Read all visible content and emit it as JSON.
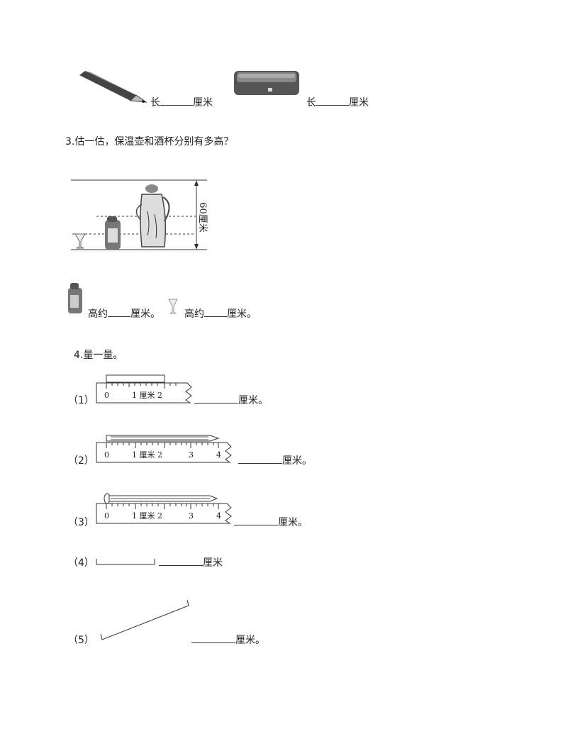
{
  "row1": {
    "pencil_label_prefix": "长",
    "pencil_label_suffix": "厘米",
    "case_label_prefix": "长",
    "case_label_suffix": "厘米"
  },
  "q3": {
    "title": "3.估一估，保温壶和酒杯分别有多高？",
    "height_label": "60厘米",
    "thermos_prefix": "高约",
    "thermos_suffix": "厘米。",
    "glass_prefix": "高约",
    "glass_suffix": "厘米。"
  },
  "q4": {
    "title": "4.量一量。",
    "items": [
      {
        "num": "（1）",
        "suffix": "厘米。"
      },
      {
        "num": "（2）",
        "suffix": "厘米。"
      },
      {
        "num": "（3）",
        "suffix": "厘米。"
      },
      {
        "num": "（4）",
        "suffix": "厘米"
      },
      {
        "num": "（5）",
        "suffix": "厘米。"
      }
    ],
    "ruler_short": [
      "0",
      "1 厘米 2"
    ],
    "ruler_long": [
      "0",
      "1 厘米 2",
      "3",
      "4"
    ]
  }
}
